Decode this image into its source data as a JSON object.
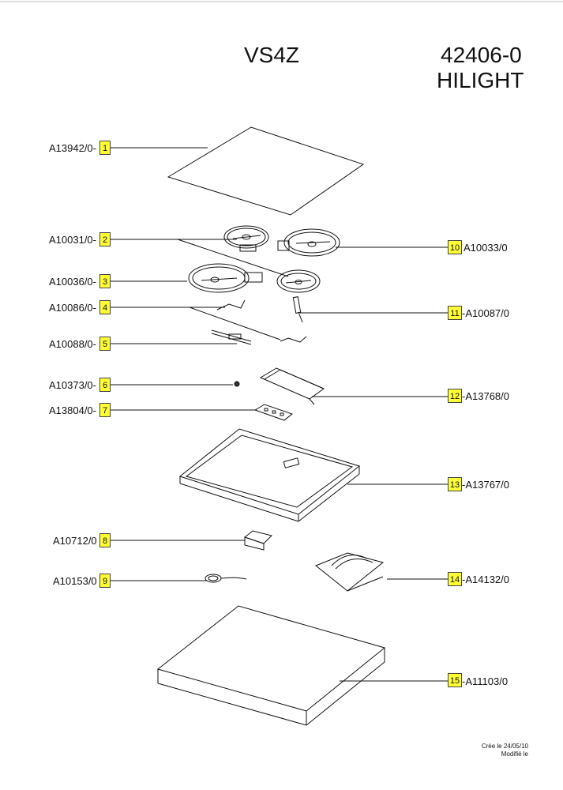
{
  "header": {
    "model": "VS4Z",
    "number": "42406-0",
    "series": "HILIGHT"
  },
  "parts": [
    {
      "id": "1",
      "code": "A13942/0-"
    },
    {
      "id": "2",
      "code": "A10031/0-"
    },
    {
      "id": "3",
      "code": "A10036/0-"
    },
    {
      "id": "4",
      "code": "A10086/0-"
    },
    {
      "id": "5",
      "code": "A10088/0-"
    },
    {
      "id": "6",
      "code": "A10373/0-"
    },
    {
      "id": "7",
      "code": "A13804/0-"
    },
    {
      "id": "8",
      "code": "A10712/0"
    },
    {
      "id": "9",
      "code": "A10153/0"
    },
    {
      "id": "10",
      "code": "A10033/0"
    },
    {
      "id": "11",
      "code": "-A10087/0"
    },
    {
      "id": "12",
      "code": "-A13768/0"
    },
    {
      "id": "13",
      "code": "-A13767/0"
    },
    {
      "id": "14",
      "code": "-A14132/0"
    },
    {
      "id": "15",
      "code": "-A11103/0"
    }
  ],
  "footer": {
    "created": "Crée le 24/05/10",
    "modified": "Modifié le"
  },
  "colors": {
    "badge": "#ffff33",
    "line": "#111111"
  }
}
